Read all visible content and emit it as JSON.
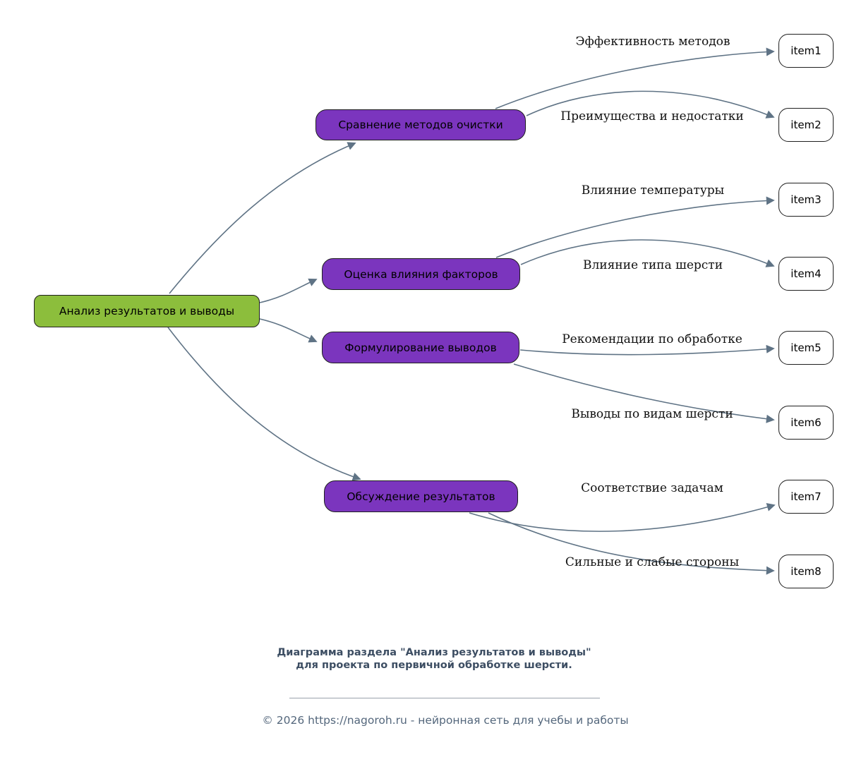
{
  "root": {
    "label": "Анализ результатов и выводы"
  },
  "branches": [
    {
      "label": "Сравнение методов очистки"
    },
    {
      "label": "Оценка влияния факторов"
    },
    {
      "label": "Формулирование выводов"
    },
    {
      "label": "Обсуждение результатов"
    }
  ],
  "leaves": [
    {
      "id": "item1",
      "edge_label": "Эффективность методов"
    },
    {
      "id": "item2",
      "edge_label": "Преимущества и недостатки"
    },
    {
      "id": "item3",
      "edge_label": "Влияние температуры"
    },
    {
      "id": "item4",
      "edge_label": "Влияние типа шерсти"
    },
    {
      "id": "item5",
      "edge_label": "Рекомендации по обработке"
    },
    {
      "id": "item6",
      "edge_label": "Выводы по видам шерсти"
    },
    {
      "id": "item7",
      "edge_label": "Соответствие задачам"
    },
    {
      "id": "item8",
      "edge_label": "Сильные и слабые стороны"
    }
  ],
  "footer": {
    "caption": "Диаграмма раздела \"Анализ результатов и выводы\" для проекта по первичной обработке шерсти.",
    "copyright": "© 2026 https://nagoroh.ru - нейронная сеть для учебы и работы"
  },
  "colors": {
    "root_fill": "#8cbe3c",
    "branch_fill": "#7b35be",
    "leaf_fill": "#ffffff",
    "edge": "#5f7385",
    "caption_text": "#3d4e63",
    "copyright_text": "#54677c"
  }
}
